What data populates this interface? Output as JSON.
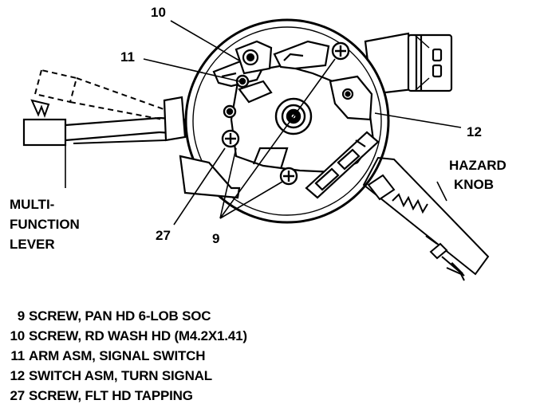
{
  "callouts": {
    "c10": "10",
    "c11": "11",
    "c12": "12",
    "c27": "27",
    "c9": "9"
  },
  "labels": {
    "hazard_line1": "HAZARD",
    "hazard_line2": "KNOB",
    "lever_line1": "MULTI-",
    "lever_line2": "FUNCTION",
    "lever_line3": "LEVER"
  },
  "legend": [
    {
      "num": "9",
      "desc": "SCREW, PAN HD 6-LOB SOC"
    },
    {
      "num": "10",
      "desc": "SCREW, RD WASH HD (M4.2X1.41)"
    },
    {
      "num": "11",
      "desc": "ARM ASM, SIGNAL SWITCH"
    },
    {
      "num": "12",
      "desc": "SWITCH ASM, TURN SIGNAL"
    },
    {
      "num": "27",
      "desc": "SCREW, FLT HD TAPPING"
    }
  ]
}
